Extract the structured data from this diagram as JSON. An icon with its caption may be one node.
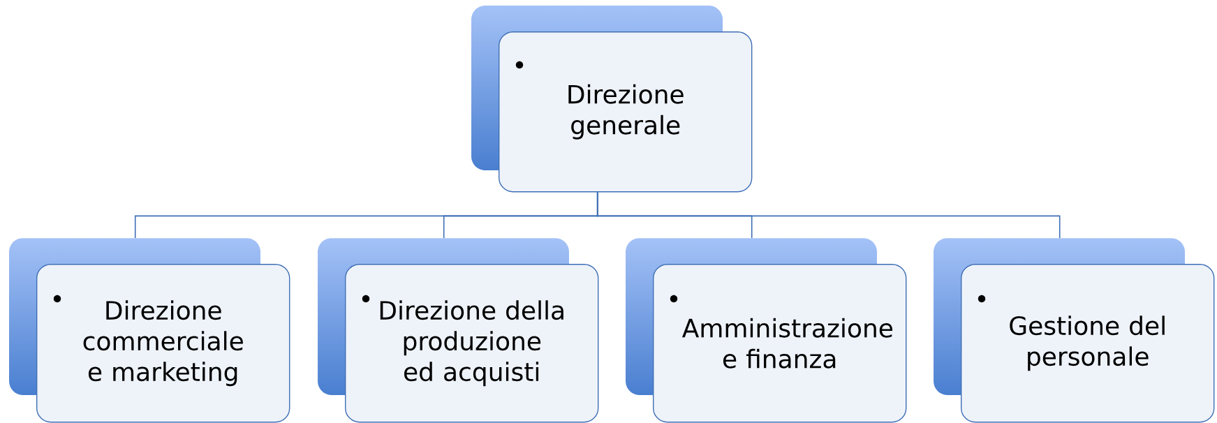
{
  "diagram": {
    "nodes": [
      {
        "text": [
          "Direzione generale"
        ]
      },
      {
        "text": [
          "Direzione commerciale e marketing"
        ]
      },
      {
        "text": [
          "Direzione della produzione ed acquisti"
        ]
      },
      {
        "text": [
          "Amministrazione e finanza"
        ]
      },
      {
        "text": [
          "Gestione del personale"
        ]
      }
    ],
    "edges": [
      {
        "from": 0,
        "to": 1,
        "arrow": "none"
      },
      {
        "from": 0,
        "to": 2,
        "arrow": "none"
      },
      {
        "from": 0,
        "to": 3,
        "arrow": "none"
      },
      {
        "from": 0,
        "to": 4,
        "arrow": "none"
      }
    ]
  }
}
